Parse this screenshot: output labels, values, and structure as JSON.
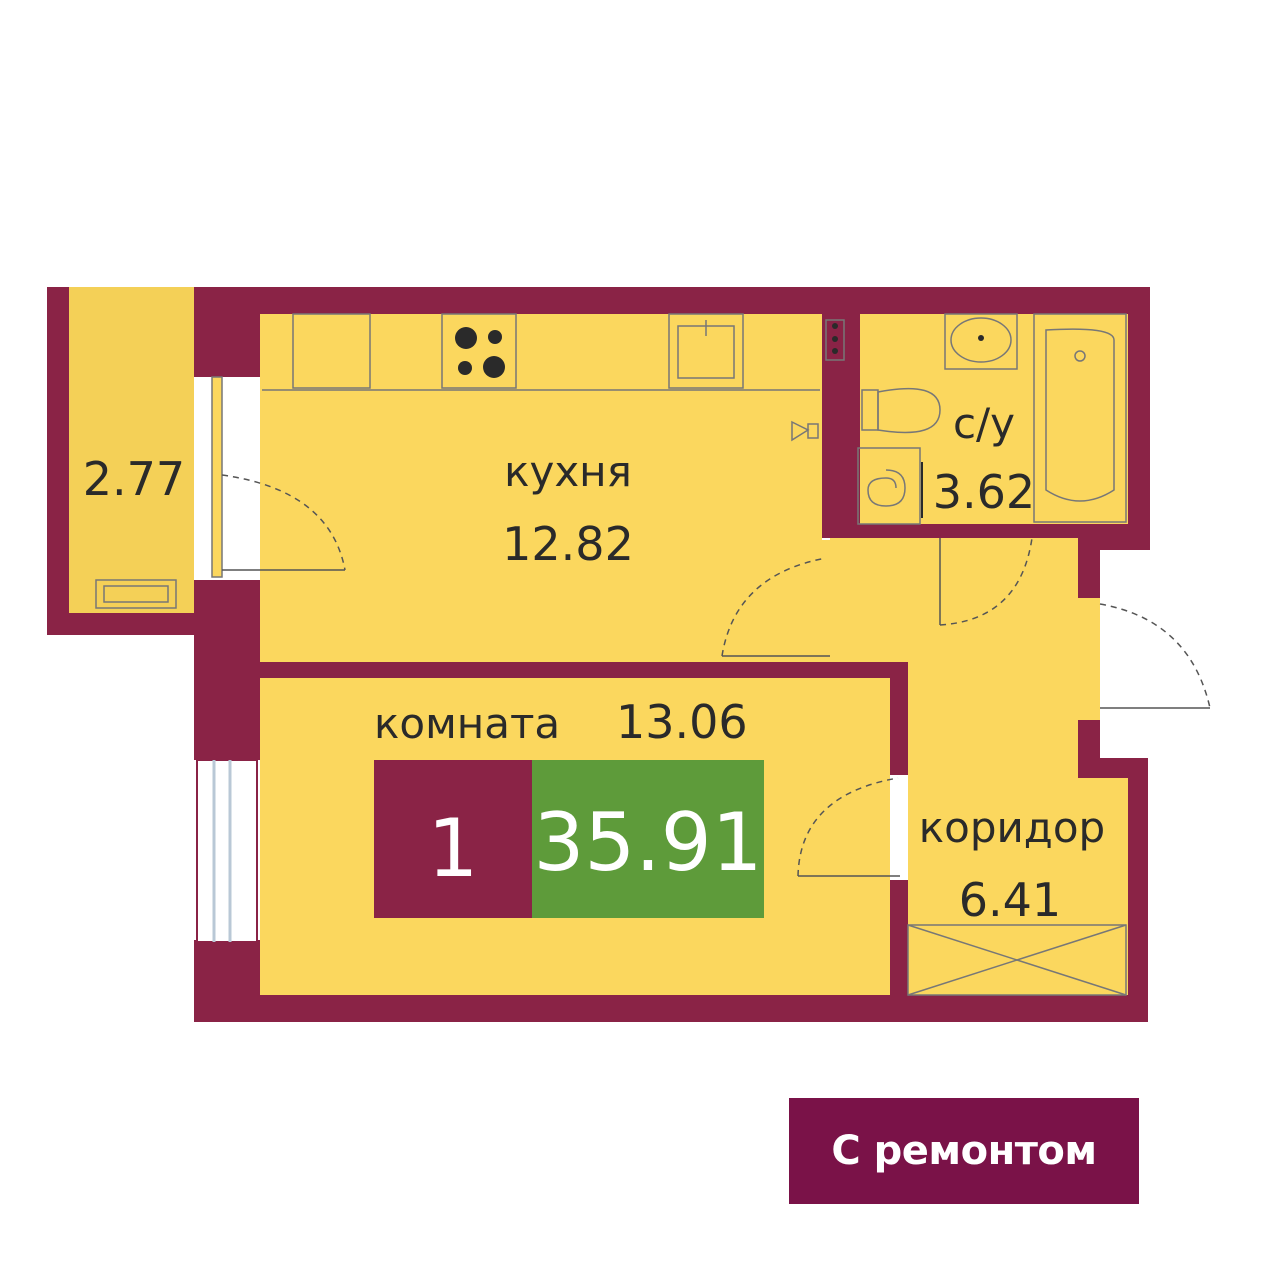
{
  "colors": {
    "wall": "#8a2346",
    "floor": "#fbd75e",
    "balcony": "#f4d057",
    "rooms_badge": "#8a2346",
    "area_badge": "#5e9b3a",
    "tag": "#7a1248"
  },
  "rooms": {
    "balcony": {
      "area": "2.77"
    },
    "kitchen": {
      "label": "кухня",
      "area": "12.82"
    },
    "bathroom": {
      "label": "с/у",
      "area": "3.62"
    },
    "living": {
      "label": "комната",
      "area": "13.06"
    },
    "corridor": {
      "label": "коридор",
      "area": "6.41"
    }
  },
  "summary": {
    "rooms_count": "1",
    "total_area": "35.91"
  },
  "tag": {
    "label": "С ремонтом"
  },
  "icons": [
    "stove-icon",
    "sink-icon",
    "washbasin-icon",
    "toilet-icon",
    "bathtub-icon",
    "washer-icon",
    "radiator-icon",
    "wardrobe-icon"
  ]
}
